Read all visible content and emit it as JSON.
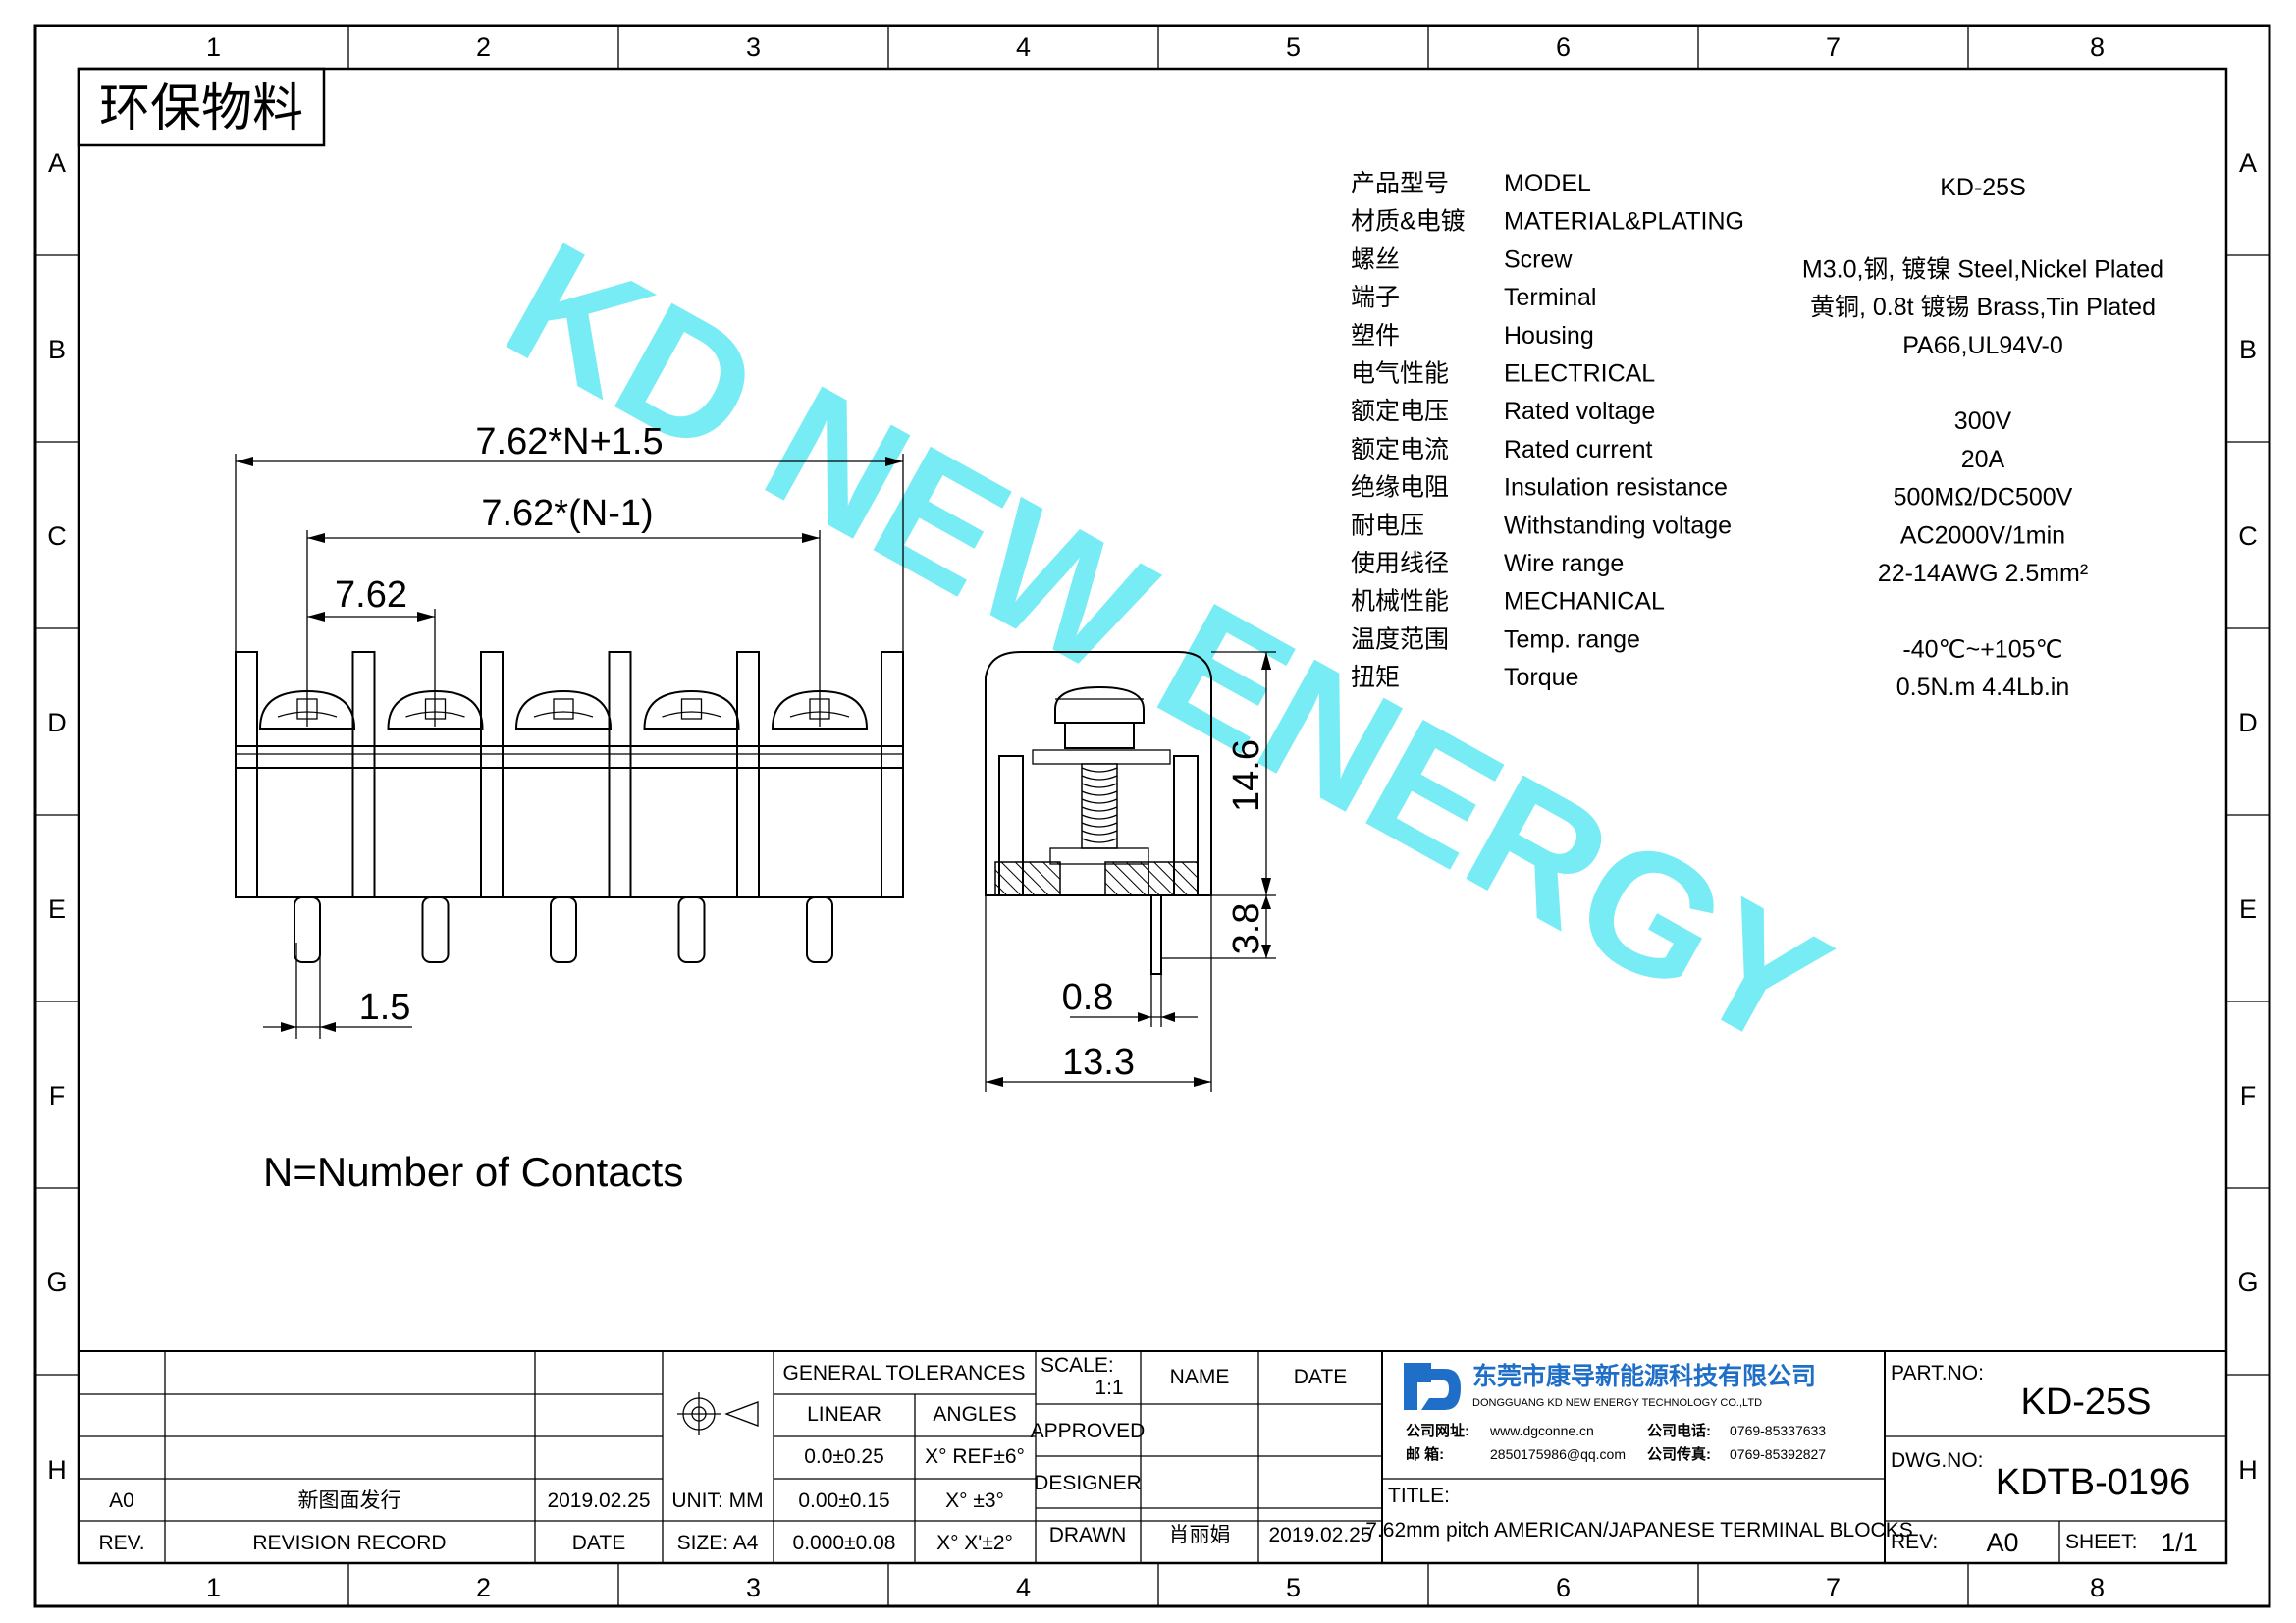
{
  "eco_tag": "环保物料",
  "watermark": "KD NEW ENERGY",
  "watermark_color": "#5FE9F2",
  "grid_columns": [
    "1",
    "2",
    "3",
    "4",
    "5",
    "6",
    "7",
    "8"
  ],
  "grid_rows": [
    "A",
    "B",
    "C",
    "D",
    "E",
    "F",
    "G",
    "H"
  ],
  "dimensions": {
    "overall": "7.62*N+1.5",
    "span": "7.62*(N-1)",
    "pitch": "7.62",
    "pin_width": "1.5",
    "height": "14.6",
    "pin_length": "3.8",
    "pin_thickness": "0.8",
    "depth": "13.3"
  },
  "note": "N=Number of Contacts",
  "specs": [
    {
      "cn": "产品型号",
      "en": "MODEL",
      "value": "KD-25S"
    },
    {
      "cn": "材质&电镀",
      "en": "MATERIAL&PLATING",
      "value": ""
    },
    {
      "cn": "螺丝",
      "en": "Screw",
      "value": "M3.0,钢, 镀镍 Steel,Nickel Plated"
    },
    {
      "cn": "端子",
      "en": "Terminal",
      "value": "黄铜, 0.8t 镀锡 Brass,Tin Plated"
    },
    {
      "cn": "塑件",
      "en": "Housing",
      "value": "PA66,UL94V-0"
    },
    {
      "cn": "电气性能",
      "en": "ELECTRICAL",
      "value": ""
    },
    {
      "cn": "额定电压",
      "en": "Rated voltage",
      "value": "300V"
    },
    {
      "cn": "额定电流",
      "en": "Rated current",
      "value": "20A"
    },
    {
      "cn": "绝缘电阻",
      "en": "Insulation resistance",
      "value": "500MΩ/DC500V"
    },
    {
      "cn": "耐电压",
      "en": "Withstanding voltage",
      "value": "AC2000V/1min"
    },
    {
      "cn": "使用线径",
      "en": "Wire range",
      "value": "22-14AWG 2.5mm²"
    },
    {
      "cn": "机械性能",
      "en": "MECHANICAL",
      "value": ""
    },
    {
      "cn": "温度范围",
      "en": "Temp. range",
      "value": "-40℃~+105℃"
    },
    {
      "cn": "扭矩",
      "en": "Torque",
      "value": "0.5N.m  4.4Lb.in"
    }
  ],
  "title_block": {
    "revision": {
      "rev": "A0",
      "record": "新图面发行",
      "date": "2019.02.25",
      "rev_header": "REV.",
      "record_header": "REVISION RECORD",
      "date_header": "DATE"
    },
    "unit": "UNIT: MM",
    "size": "SIZE: A4",
    "tolerances": {
      "header": "GENERAL TOLERANCES",
      "linear_header": "LINEAR",
      "angles_header": "ANGLES",
      "linear": [
        "0.0±0.25",
        "0.00±0.15",
        "0.000±0.08"
      ],
      "angles": [
        "X° REF±6°",
        "X° ±3°",
        "X° X'±2°"
      ]
    },
    "scale_label": "SCALE:",
    "scale": "1:1",
    "name_header": "NAME",
    "date_header": "DATE",
    "approved": "APPROVED",
    "designer": "DESIGNER",
    "drawn": "DRAWN",
    "drawn_name": "肖丽娟",
    "drawn_date": "2019.02.25",
    "company": {
      "name_cn": "东莞市康导新能源科技有限公司",
      "name_en": "DONGGUANG KD NEW ENERGY TECHNOLOGY CO.,LTD",
      "web_label": "公司网址:",
      "web": "www.dgconne.cn",
      "phone_label": "公司电话:",
      "phone": "0769-85337633",
      "mail_label": "邮    箱:",
      "mail": "2850175986@qq.com",
      "fax_label": "公司传真:",
      "fax": "0769-85392827",
      "logo_color": "#1F6FC8"
    },
    "title_label": "TITLE:",
    "title": "7.62mm pitch AMERICAN/JAPANESE TERMINAL BLOCKS",
    "part_no_label": "PART.NO:",
    "part_no": "KD-25S",
    "dwg_no_label": "DWG.NO:",
    "dwg_no": "KDTB-0196",
    "rev_label": "REV:",
    "rev": "A0",
    "sheet_label": "SHEET:",
    "sheet": "1/1"
  }
}
